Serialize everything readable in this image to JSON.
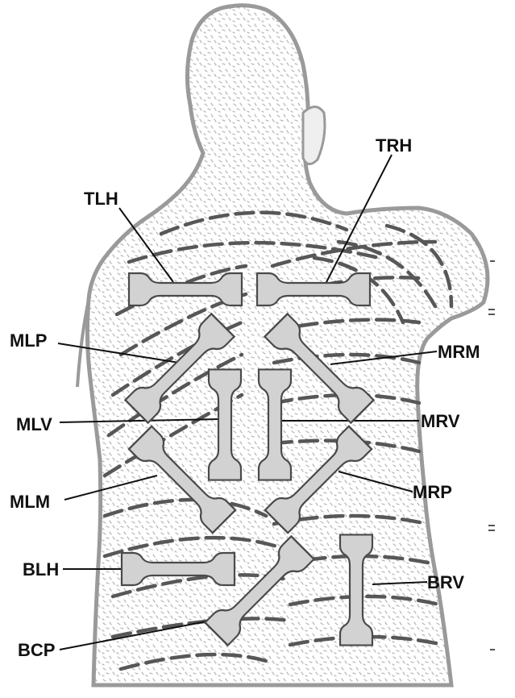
{
  "colors": {
    "body_outline": "#9a9a9a",
    "stroke_marks": "#b9b9b9",
    "langer_lines": "#575757",
    "specimen_fill": "#d2d2d2",
    "specimen_stroke": "#4a4a4a",
    "label_text": "#111111"
  },
  "specimens": [
    {
      "id": "TLH",
      "label": "TLH"
    },
    {
      "id": "TRH",
      "label": "TRH"
    },
    {
      "id": "MLP",
      "label": "MLP"
    },
    {
      "id": "MRM",
      "label": "MRM"
    },
    {
      "id": "MLV",
      "label": "MLV"
    },
    {
      "id": "MRV",
      "label": "MRV"
    },
    {
      "id": "MLM",
      "label": "MLM"
    },
    {
      "id": "MRP",
      "label": "MRP"
    },
    {
      "id": "BLH",
      "label": "BLH"
    },
    {
      "id": "BRV",
      "label": "BRV"
    },
    {
      "id": "BCP",
      "label": "BCP"
    }
  ]
}
